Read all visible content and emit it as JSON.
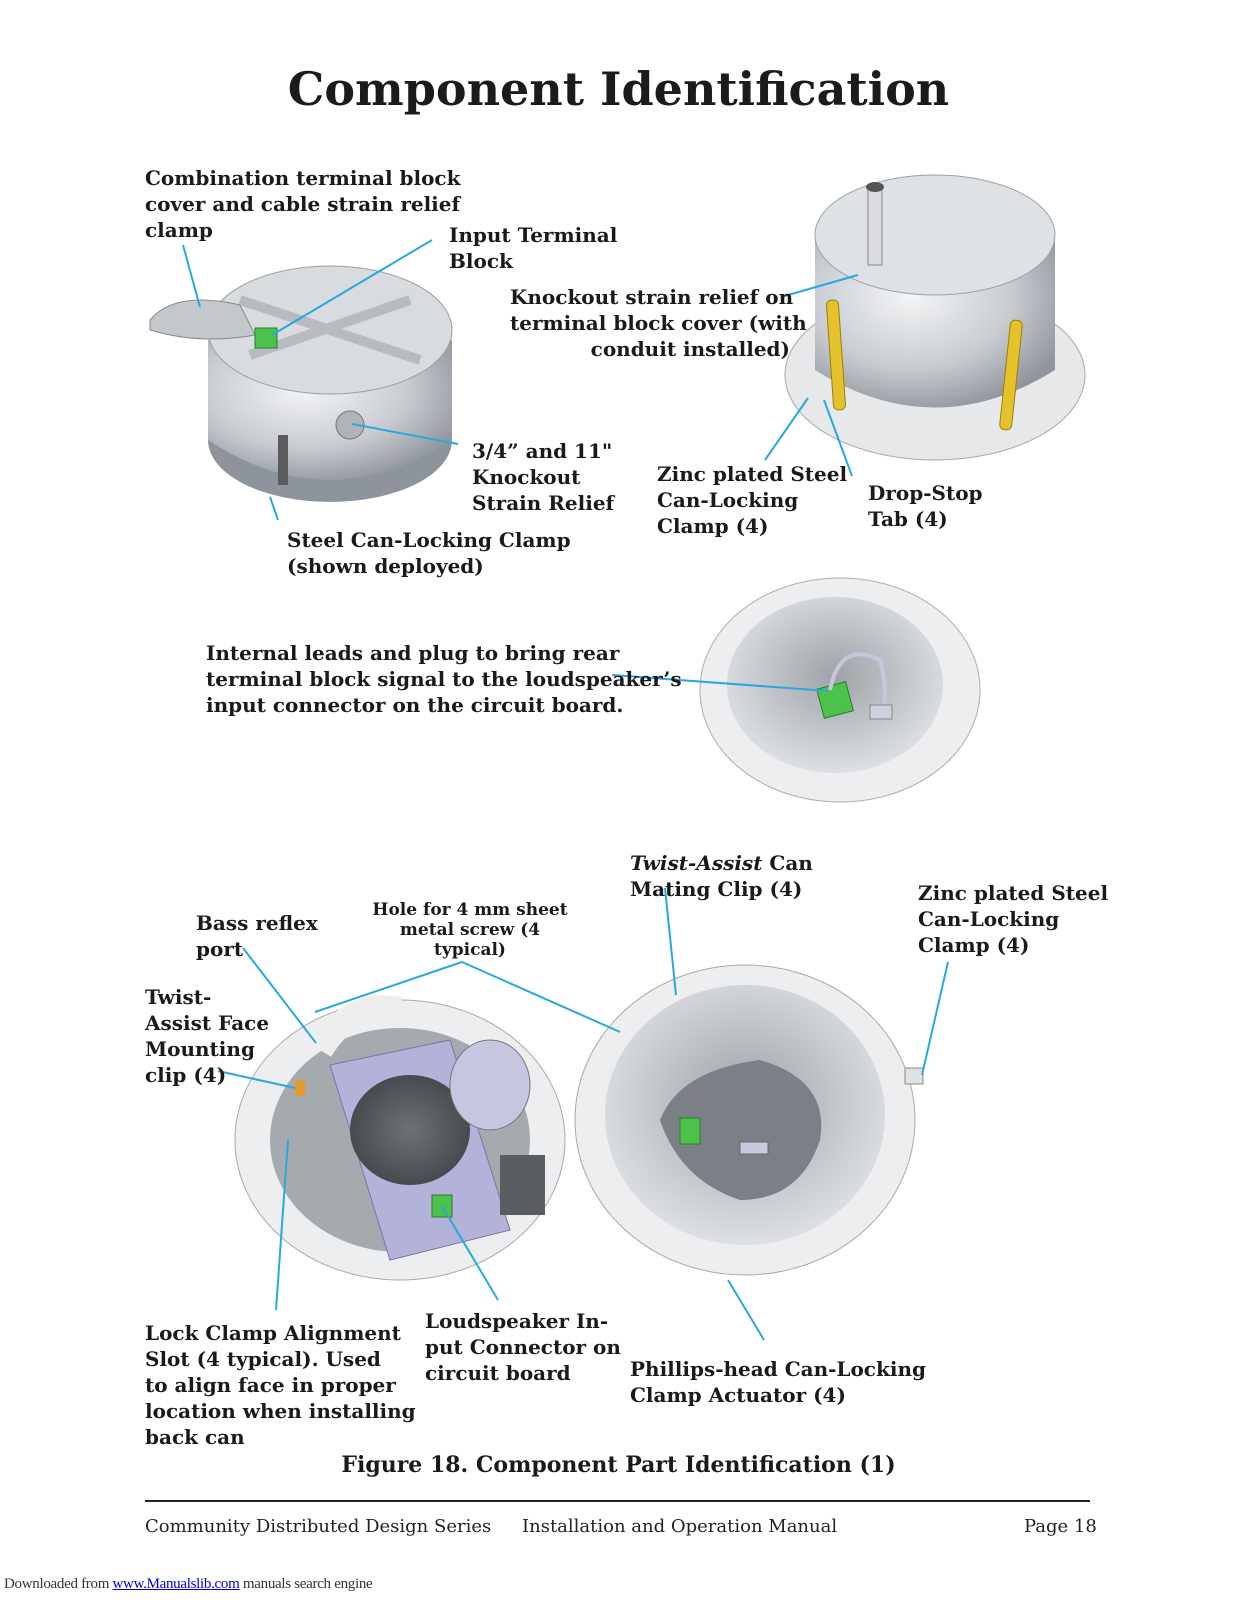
{
  "page": {
    "title": "Component Identification",
    "caption": "Figure 18. Component Part Identification (1)"
  },
  "labels": {
    "combo_cover": [
      "Combination terminal block",
      "cover and cable strain relief",
      "clamp"
    ],
    "input_terminal": [
      "Input Terminal",
      "Block"
    ],
    "knockout_cover": [
      "Knockout strain relief on",
      "terminal block cover (with",
      "conduit installed)"
    ],
    "knockout_size": [
      "3/4” and 11\"",
      "Knockout",
      "Strain Relief"
    ],
    "zinc_clamp_top": [
      "Zinc plated Steel",
      "Can-Locking",
      "Clamp (4)"
    ],
    "drop_stop": [
      "Drop-Stop",
      "Tab (4)"
    ],
    "steel_clamp": [
      "Steel Can-Locking Clamp",
      "(shown deployed)"
    ],
    "internal_leads": [
      "Internal leads and plug to bring rear",
      "terminal block signal to the loudspeaker’s",
      "input connector on the circuit board."
    ],
    "twist_mating_italic": "Twist-Assist",
    "twist_mating_rest": " Can",
    "twist_mating_line2": "Mating Clip (4)",
    "zinc_clamp_bottom": [
      "Zinc plated Steel",
      "Can-Locking",
      "Clamp (4)"
    ],
    "hole_screw": [
      "Hole for 4 mm sheet",
      "metal screw (4",
      "typical)"
    ],
    "bass_port": [
      "Bass reflex",
      "port"
    ],
    "twist_face": [
      "Twist-",
      "Assist Face",
      "Mounting",
      "clip (4)"
    ],
    "lock_slot": [
      "Lock Clamp Alignment",
      "Slot (4 typical). Used",
      "to align face in proper",
      "location when installing",
      "back can"
    ],
    "ls_input": [
      "Loudspeaker In-",
      "put Connector on",
      "circuit board"
    ],
    "phillips": [
      "Phillips-head Can-Locking",
      "Clamp Actuator (4)"
    ]
  },
  "footer": {
    "series": "Community Distributed Design Series",
    "manual": "Installation and Operation Manual",
    "page": "Page 18"
  },
  "download": {
    "prefix": "Downloaded from ",
    "link": "www.Manualslib.com",
    "suffix": "  manuals search engine"
  },
  "colors": {
    "leader": "#29a8e0",
    "metal": "#c9cdd2",
    "metal_dark": "#8e949b",
    "terminal": "#4cc24a",
    "yellow": "#e5c22c",
    "face_purple": "#b3b3d9"
  }
}
